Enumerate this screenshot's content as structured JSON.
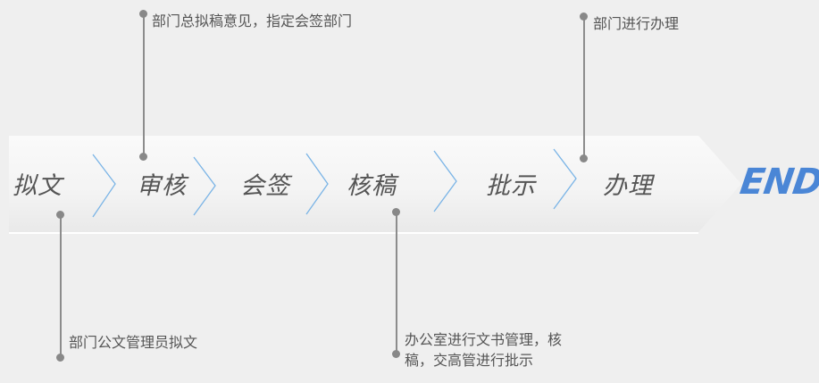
{
  "steps": [
    "拟文",
    "审核",
    "会签",
    "核稿",
    "批示",
    "办理"
  ],
  "end_label": "END",
  "notes": {
    "draft": "部门公文管理员拟文",
    "review": "部门总拟稿意见，指定会签部门",
    "proofread_line1": "办公室进行文书管理，核",
    "proofread_line2": "稿，交高管进行批示",
    "handle": "部门进行办理"
  },
  "colors": {
    "background": "#efefef",
    "chevron": "#7ab4e6",
    "end": "#4a86d6",
    "leader": "#8c8c8c"
  }
}
